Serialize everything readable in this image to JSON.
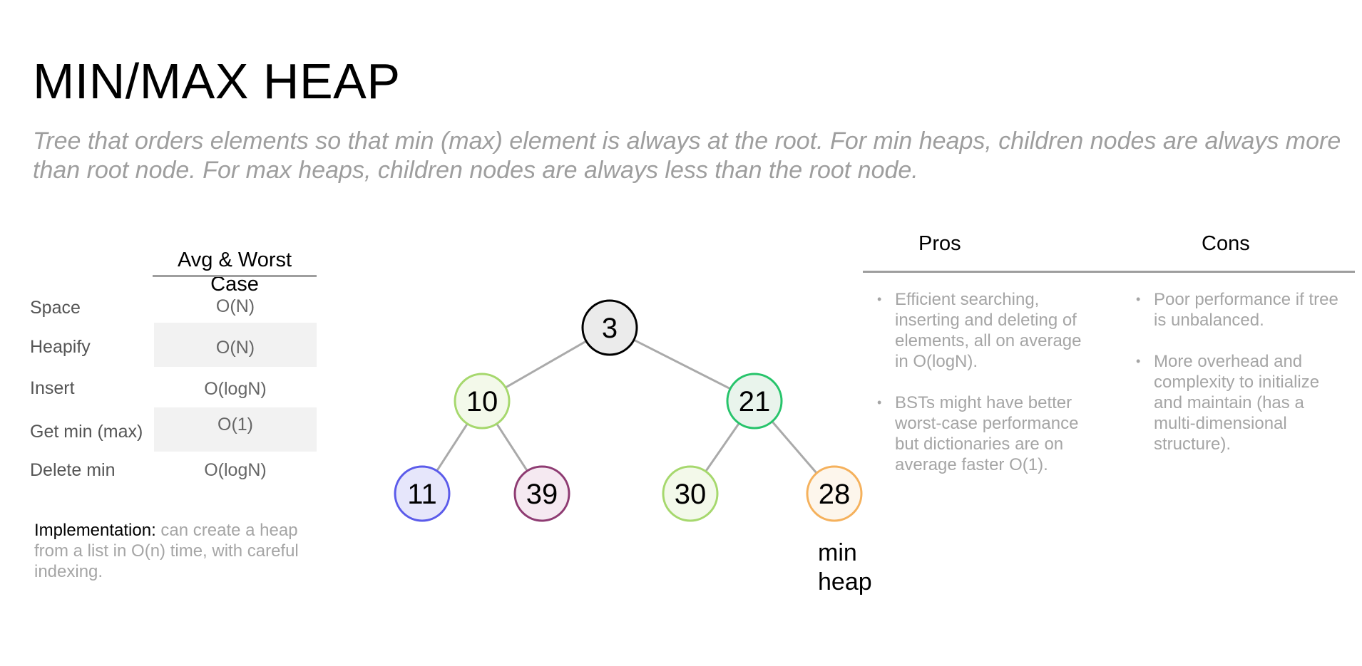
{
  "title": "MIN/MAX HEAP",
  "subtitle": "Tree that orders elements so that min (max) element is always at the root. For min heaps, children nodes are always more than root node. For max heaps, children nodes are always less than the root node.",
  "complexity": {
    "column_header": "Avg & Worst Case",
    "rows": [
      {
        "operation": "Space",
        "value": "O(N)"
      },
      {
        "operation": "Heapify",
        "value": "O(N)"
      },
      {
        "operation": "Insert",
        "value": "O(logN)"
      },
      {
        "operation": "Get min (max)",
        "value": "O(1)"
      },
      {
        "operation": "Delete min",
        "value": "O(logN)"
      }
    ]
  },
  "implementation": {
    "lead": "Implementation:",
    "text": " can create a heap from a list in O(n) time, with careful indexing."
  },
  "tree": {
    "caption": "min heap",
    "edge_color": "#aaaaaa",
    "nodes": [
      {
        "id": "n3",
        "label": "3",
        "stroke": "#000000",
        "fill": "#ebebeb",
        "parent": null
      },
      {
        "id": "n10",
        "label": "10",
        "stroke": "#a6d86d",
        "fill": "#f3f9ea",
        "parent": "n3"
      },
      {
        "id": "n21",
        "label": "21",
        "stroke": "#27c46b",
        "fill": "#e9f4ec",
        "parent": "n3"
      },
      {
        "id": "n11",
        "label": "11",
        "stroke": "#5b5bea",
        "fill": "#e6e6fb",
        "parent": "n10"
      },
      {
        "id": "n39",
        "label": "39",
        "stroke": "#8e3b72",
        "fill": "#f5e9f1",
        "parent": "n10"
      },
      {
        "id": "n30",
        "label": "30",
        "stroke": "#a6d86d",
        "fill": "#f3f9ea",
        "parent": "n21"
      },
      {
        "id": "n28",
        "label": "28",
        "stroke": "#f5b15c",
        "fill": "#fdf6ec",
        "parent": "n21"
      }
    ]
  },
  "pros_cons": {
    "pros_label": "Pros",
    "cons_label": "Cons",
    "bullet": "•",
    "pros": [
      "Efficient searching, inserting and deleting of elements, all on average in O(logN).",
      "BSTs might have better worst-case performance but dictionaries are on average faster O(1)."
    ],
    "cons": [
      "Poor performance if tree is unbalanced.",
      "More overhead and complexity to initialize and maintain (has a multi-dimensional structure)."
    ]
  }
}
